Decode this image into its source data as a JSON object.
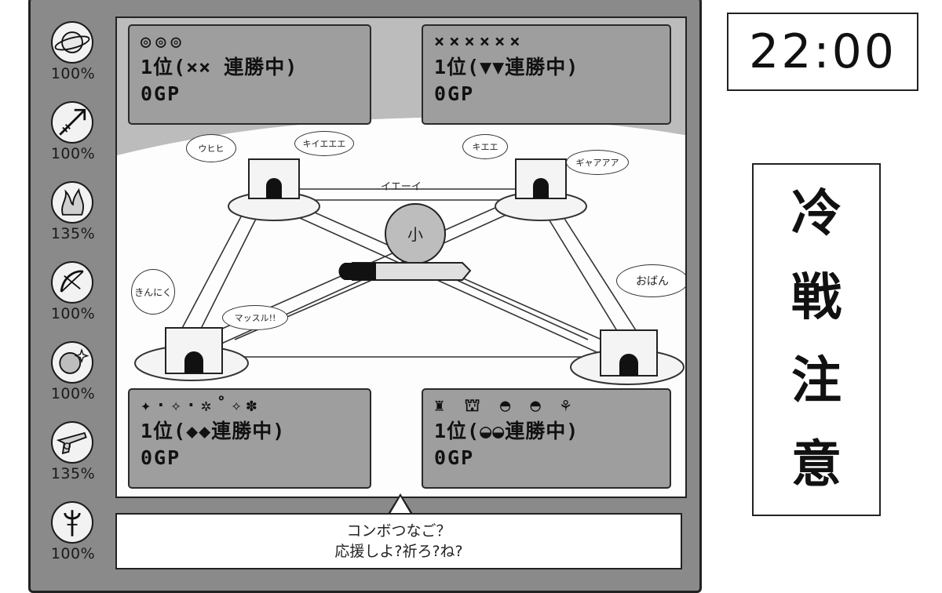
{
  "clock": "22:00",
  "warning_chars": [
    "冷",
    "戦",
    "注",
    "意"
  ],
  "stats": [
    {
      "icon": "planet-icon",
      "percent": "100%"
    },
    {
      "icon": "arrow-icon",
      "percent": "100%"
    },
    {
      "icon": "flame-icon",
      "percent": "135%"
    },
    {
      "icon": "bow-icon",
      "percent": "100%"
    },
    {
      "icon": "sparkle-orb-icon",
      "percent": "100%"
    },
    {
      "icon": "gun-icon",
      "percent": "135%"
    },
    {
      "icon": "trident-icon",
      "percent": "100%"
    }
  ],
  "teams": [
    {
      "name": "◎◎◎",
      "rank": "1位(×× 連勝中)",
      "gp": "0GP"
    },
    {
      "name": "××××××",
      "rank": "1位(▼▼連勝中)",
      "gp": "0GP"
    },
    {
      "name": "✦·✧·✲˚✧✽",
      "rank": "1位(◆◆連勝中)",
      "gp": "0GP"
    },
    {
      "name": "♜ ⛫ ◓ ◓ ⚘",
      "rank": "1位(◒◒連勝中)",
      "gp": "0GP"
    }
  ],
  "speech": {
    "top_left_a": "ウヒヒ",
    "top_left_b": "キイエエエ",
    "top_right_a": "キエエ",
    "top_right_b": "ギャアアア",
    "center": "イエーイ",
    "bottom_left_a": "きんにく",
    "bottom_left_b": "マッスル!!",
    "bottom_right": "おばん",
    "center_mark": "小"
  },
  "message": {
    "line1": "コンボつなご？",
    "line2": "応援しよ?祈ろ?ね?"
  }
}
